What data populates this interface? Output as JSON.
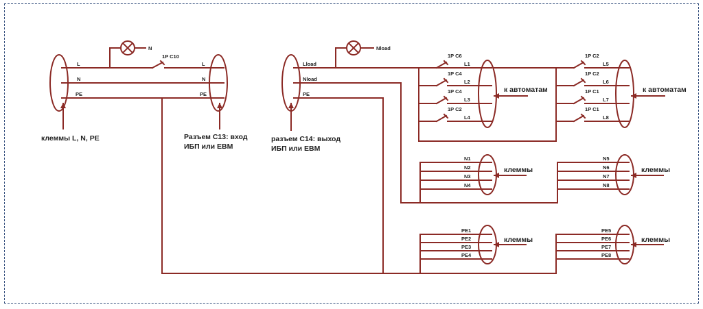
{
  "left_block": {
    "lamp_label": "N",
    "breaker": "1P C10",
    "lines_in": [
      "L",
      "N",
      "PE"
    ],
    "lines_out": [
      "L",
      "N",
      "PE"
    ],
    "terminals_caption": "клеммы L, N, PE",
    "connector_caption": [
      "Разъем С13: вход",
      "ИБП или EBM"
    ]
  },
  "mid_block": {
    "lamp_label": "Nload",
    "lines": [
      "Lload",
      "Nload",
      "PE"
    ],
    "connector_caption": [
      "разъем С14: выход",
      "ИБП или EBM"
    ]
  },
  "breakers_1": {
    "ratings": [
      "1P C6",
      "1P C4",
      "1P C4",
      "1P C2"
    ],
    "outputs": [
      "L1",
      "L2",
      "L3",
      "L4"
    ],
    "caption": "к автоматам"
  },
  "breakers_2": {
    "ratings": [
      "1P C2",
      "1P C2",
      "1P C1",
      "1P C1"
    ],
    "outputs": [
      "L5",
      "L6",
      "L7",
      "L8"
    ],
    "caption": "к автоматам"
  },
  "n_terminals_1": {
    "labels": [
      "N1",
      "N2",
      "N3",
      "N4"
    ],
    "caption": "клеммы"
  },
  "n_terminals_2": {
    "labels": [
      "N5",
      "N6",
      "N7",
      "N8"
    ],
    "caption": "клеммы"
  },
  "pe_terminals_1": {
    "labels": [
      "PE1",
      "PE2",
      "PE3",
      "PE4"
    ],
    "caption": "клеммы"
  },
  "pe_terminals_2": {
    "labels": [
      "PE5",
      "PE6",
      "PE7",
      "PE8"
    ],
    "caption": "клеммы"
  }
}
